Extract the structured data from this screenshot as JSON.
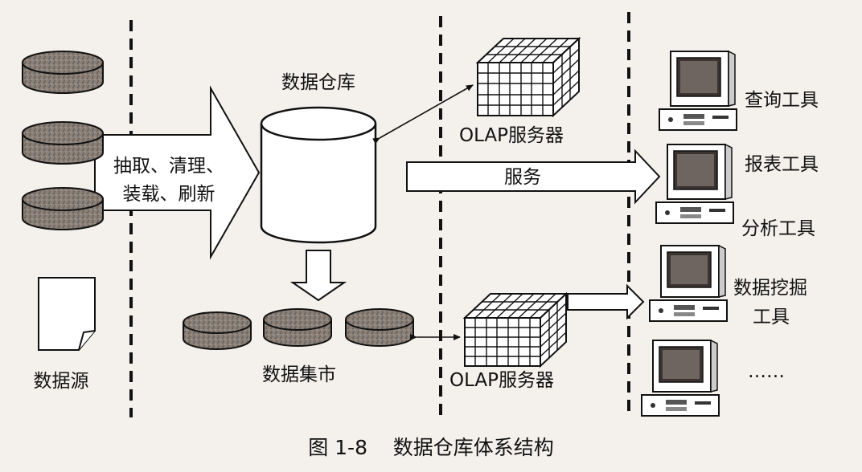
{
  "data_sources": {
    "label": "数据源"
  },
  "etl": {
    "line1": "抽取、清理、",
    "line2": "装载、刷新"
  },
  "warehouse": {
    "label": "数据仓库"
  },
  "marts": {
    "label": "数据集市"
  },
  "olap_top": {
    "label": "OLAP服务器"
  },
  "olap_bottom": {
    "label": "OLAP服务器"
  },
  "service_arrow": {
    "label": "服务"
  },
  "tools": {
    "query": "查询工具",
    "report": "报表工具",
    "analysis": "分析工具",
    "mining_line1": "数据挖掘",
    "mining_line2": "工具",
    "more": "……"
  },
  "caption": {
    "text": "图 1-8    数据仓库体系结构"
  },
  "colors": {
    "disk_fill": "#8a8078",
    "ink": "#111111",
    "background": "#f4f1ec"
  }
}
